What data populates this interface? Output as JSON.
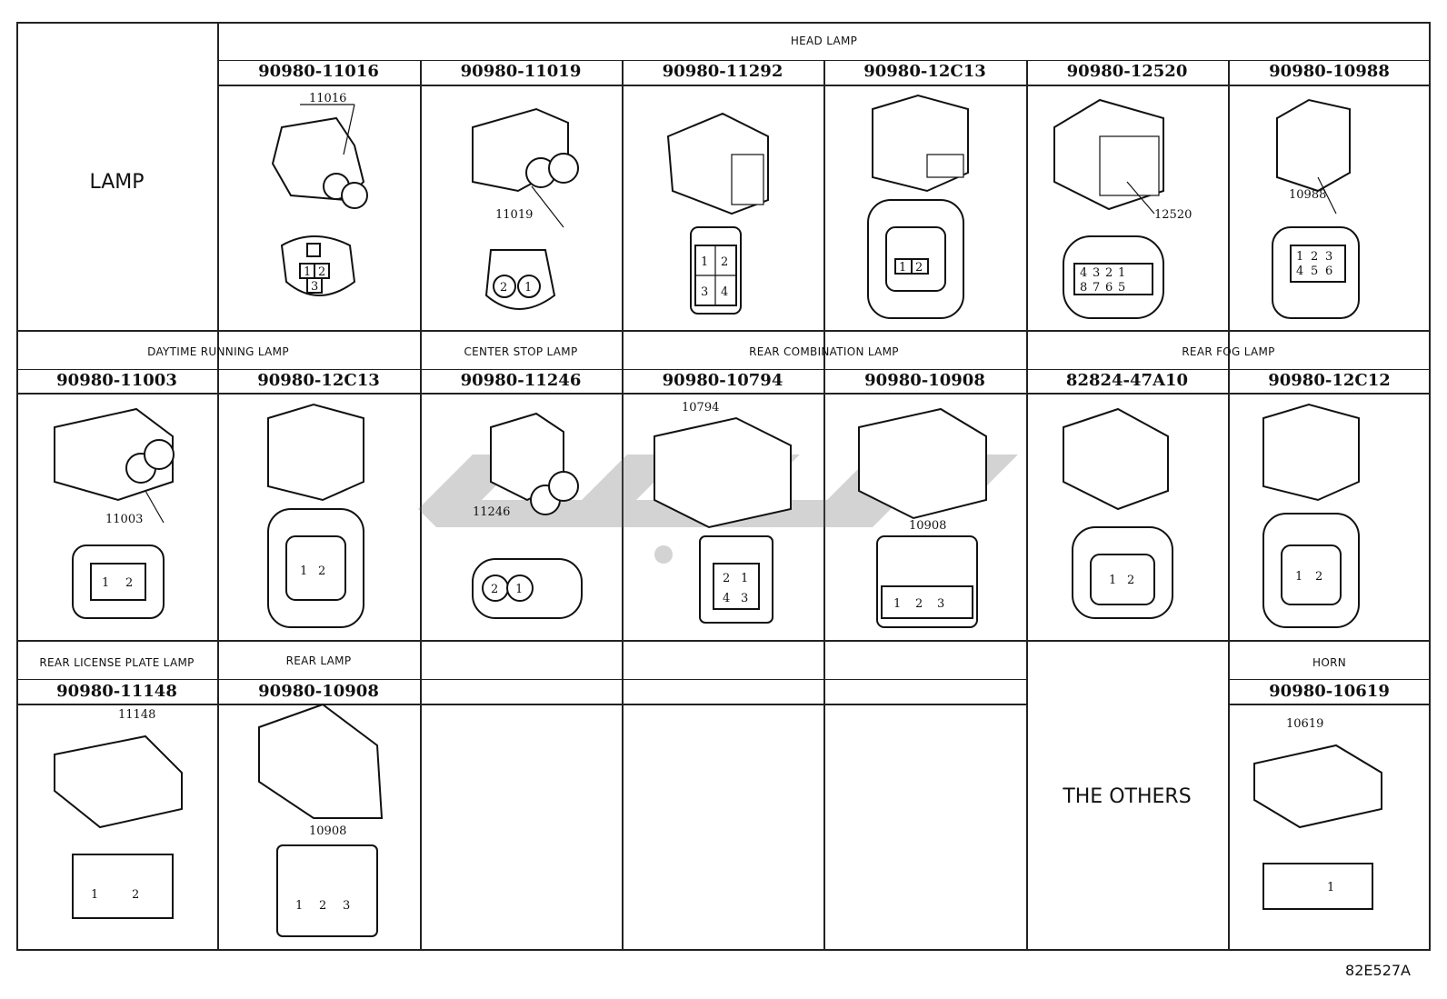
{
  "title": "LAMP",
  "others_label": "THE OTHERS",
  "figure_code": "82E527A",
  "sections": {
    "head_lamp": "HEAD LAMP",
    "daytime": "DAYTIME RUNNING LAMP",
    "center_stop": "CENTER STOP LAMP",
    "rear_combination": "REAR COMBINATION LAMP",
    "rear_fog": "REAR FOG LAMP",
    "rear_license": "REAR LICENSE PLATE LAMP",
    "rear_lamp": "REAR LAMP",
    "horn": "HORN"
  },
  "row1": [
    {
      "pn": "90980-11016",
      "callout": "11016",
      "pins": [
        "1",
        "2",
        "3"
      ]
    },
    {
      "pn": "90980-11019",
      "callout": "11019",
      "pins": [
        "2",
        "1"
      ]
    },
    {
      "pn": "90980-11292",
      "callout": "",
      "pins": [
        "1",
        "2",
        "3",
        "4"
      ]
    },
    {
      "pn": "90980-12C13",
      "callout": "",
      "pins": [
        "1",
        "2"
      ]
    },
    {
      "pn": "90980-12520",
      "callout": "12520",
      "pins": [
        "4",
        "3",
        "2",
        "1",
        "8",
        "7",
        "6",
        "5"
      ]
    },
    {
      "pn": "90980-10988",
      "callout": "10988",
      "pins": [
        "1",
        "2",
        "3",
        "4",
        "5",
        "6"
      ]
    }
  ],
  "row2": [
    {
      "pn": "90980-11003",
      "callout": "11003",
      "pins": [
        "1",
        "2"
      ]
    },
    {
      "pn": "90980-12C13",
      "callout": "",
      "pins": [
        "1",
        "2"
      ]
    },
    {
      "pn": "90980-11246",
      "callout": "11246",
      "pins": [
        "2",
        "1"
      ]
    },
    {
      "pn": "90980-10794",
      "callout": "10794",
      "pins": [
        "2",
        "1",
        "4",
        "3"
      ]
    },
    {
      "pn": "90980-10908",
      "callout": "10908",
      "pins": [
        "1",
        "2",
        "3"
      ]
    },
    {
      "pn": "82824-47A10",
      "callout": "",
      "pins": [
        "1",
        "2"
      ]
    },
    {
      "pn": "90980-12C12",
      "callout": "",
      "pins": [
        "1",
        "2"
      ]
    }
  ],
  "row3": [
    {
      "pn": "90980-11148",
      "callout": "11148",
      "pins": [
        "1",
        "2"
      ]
    },
    {
      "pn": "90980-10908",
      "callout": "10908",
      "pins": [
        "1",
        "2",
        "3"
      ]
    },
    {
      "pn": "90980-10619",
      "callout": "10619",
      "pins": [
        "1"
      ]
    }
  ]
}
